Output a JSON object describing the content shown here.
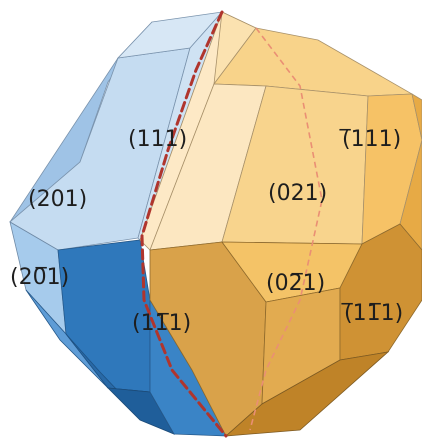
{
  "diagram": {
    "labels": {
      "face_111": "(111)",
      "face_bar111": "(̅111)",
      "face_201": "(201)",
      "face_20bar1": "(20̅1)",
      "face_021": "(021)",
      "face_02bar1": "(02̅1)",
      "face_11bar1": "(11̅1)",
      "face_bar11bar1": "(̅11̅1)"
    },
    "colors": {
      "blue_top": "#cfe0f0",
      "blue_left": "#a9cae9",
      "blue_lower_left": "#7fb3e3",
      "blue_lower": "#2f78bb",
      "blue_bottom": "#1f5e9a",
      "gold_top_light": "#fbe6bd",
      "gold_top": "#f8d388",
      "gold_center": "#f6cc75",
      "gold_right": "#f5c060",
      "gold_lower": "#d49a3e",
      "gold_lower_dark": "#c88b2f",
      "gold_bottom": "#b77b24",
      "edge": "#8a7a55",
      "red_dashed": "#b0352d",
      "pink_dashed": "#ea8f74"
    }
  }
}
